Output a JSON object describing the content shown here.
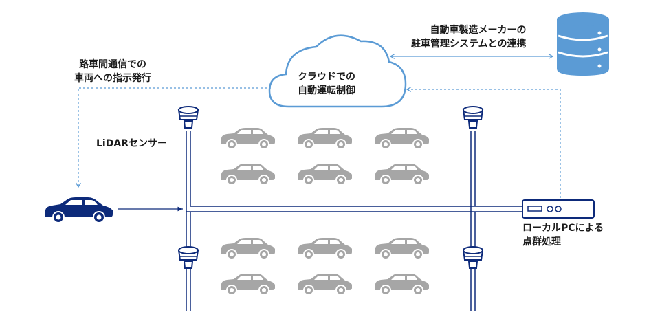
{
  "labels": {
    "cloud_line1": "クラウドでの",
    "cloud_line2": "自動運転制御",
    "v2v_line1": "路車間通信での",
    "v2v_line2": "車両への指示発行",
    "maker_line1": "自動車製造メーカーの",
    "maker_line2": "駐車管理システムとの連携",
    "lidar": "LiDARセンサー",
    "pc_line1": "ローカルPCによる",
    "pc_line2": "点群処理"
  },
  "icons": {
    "cloud": "cloud-icon",
    "database": "database-icon",
    "vehicle": "car-icon",
    "parked": "car-icon",
    "sensor": "lidar-sensor-icon",
    "pc": "local-pc-icon"
  },
  "colors": {
    "cloud_stroke": "#5b9bd5",
    "dashed_arrow": "#5b9bd5",
    "navy": "#0d2a7a",
    "database": "#5b9bd5",
    "parked_car": "#a6a6a6"
  }
}
